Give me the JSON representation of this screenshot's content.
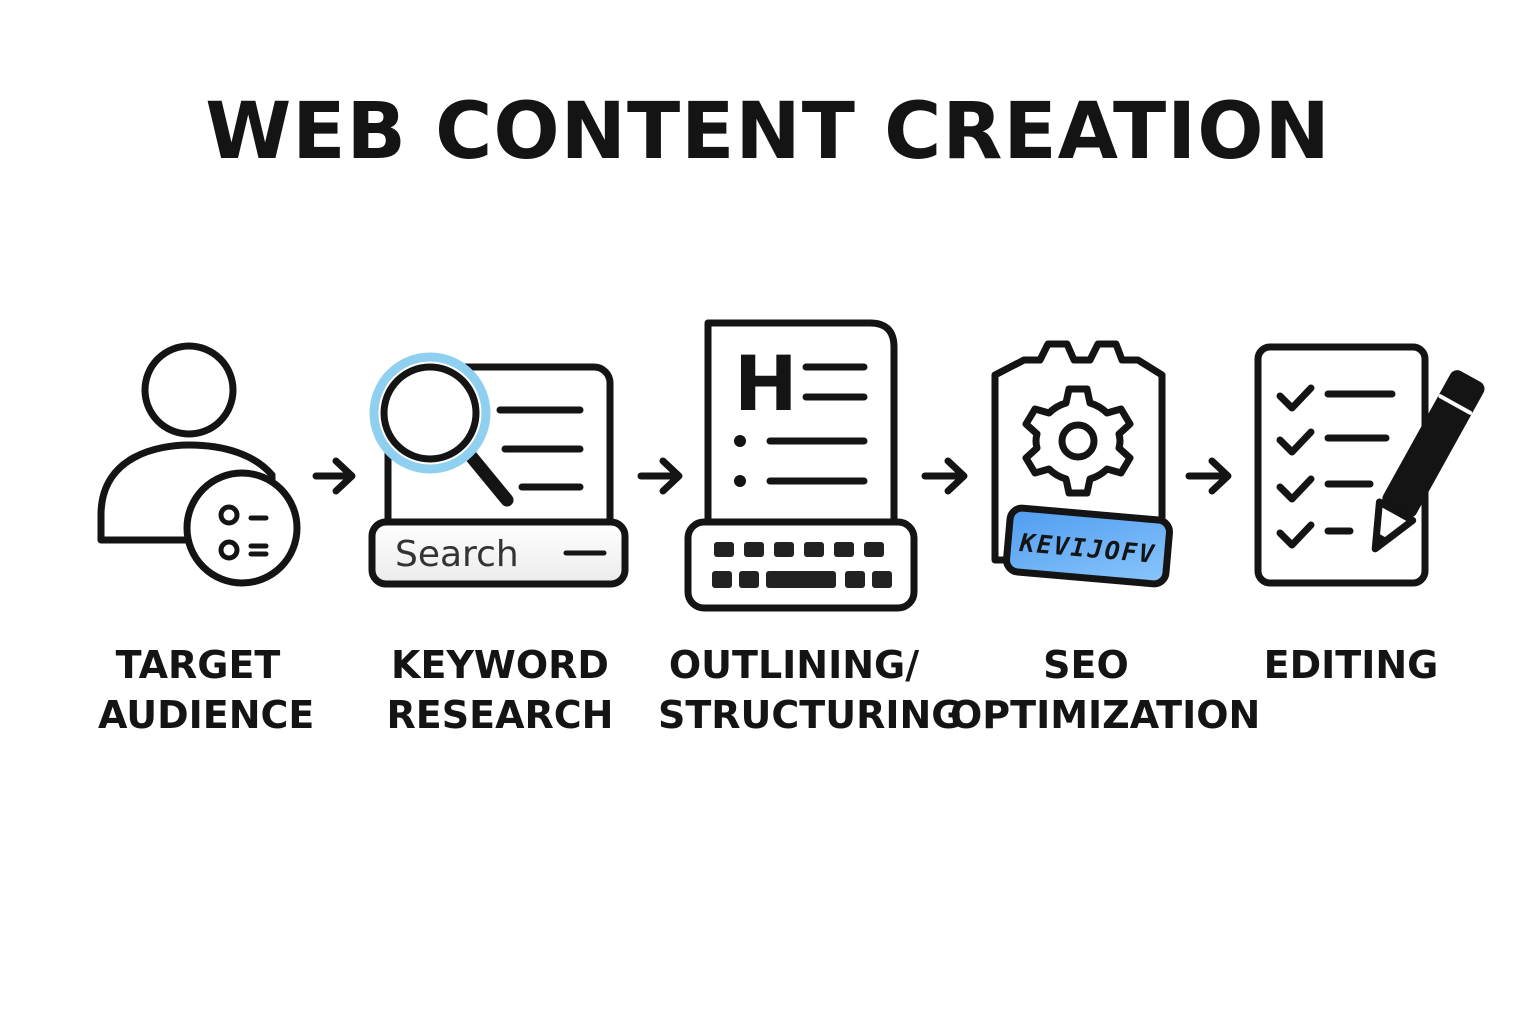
{
  "title": "WEB CONTENT CREATION",
  "steps": [
    {
      "icon": "person-checklist-icon",
      "line1": "TARGET",
      "line2": "AUDIENCE"
    },
    {
      "icon": "magnifier-search-icon",
      "line1": "KEYWORD",
      "line2": "RESEARCH",
      "search_text": "Search"
    },
    {
      "icon": "document-keyboard-icon",
      "line1": "OUTLINING/",
      "line2": "STRUCTURING",
      "heading_glyph": "H"
    },
    {
      "icon": "gear-document-icon",
      "line1": "SEO",
      "line2": "OPTIMIZATION",
      "tag_text": "KEVIJOFV"
    },
    {
      "icon": "checklist-pencil-icon",
      "line1": "EDITING",
      "line2": ""
    }
  ],
  "colors": {
    "ink": "#141414",
    "accent_blue": "#5aa8f0",
    "magnifier_ring": "#8fd0f0"
  }
}
